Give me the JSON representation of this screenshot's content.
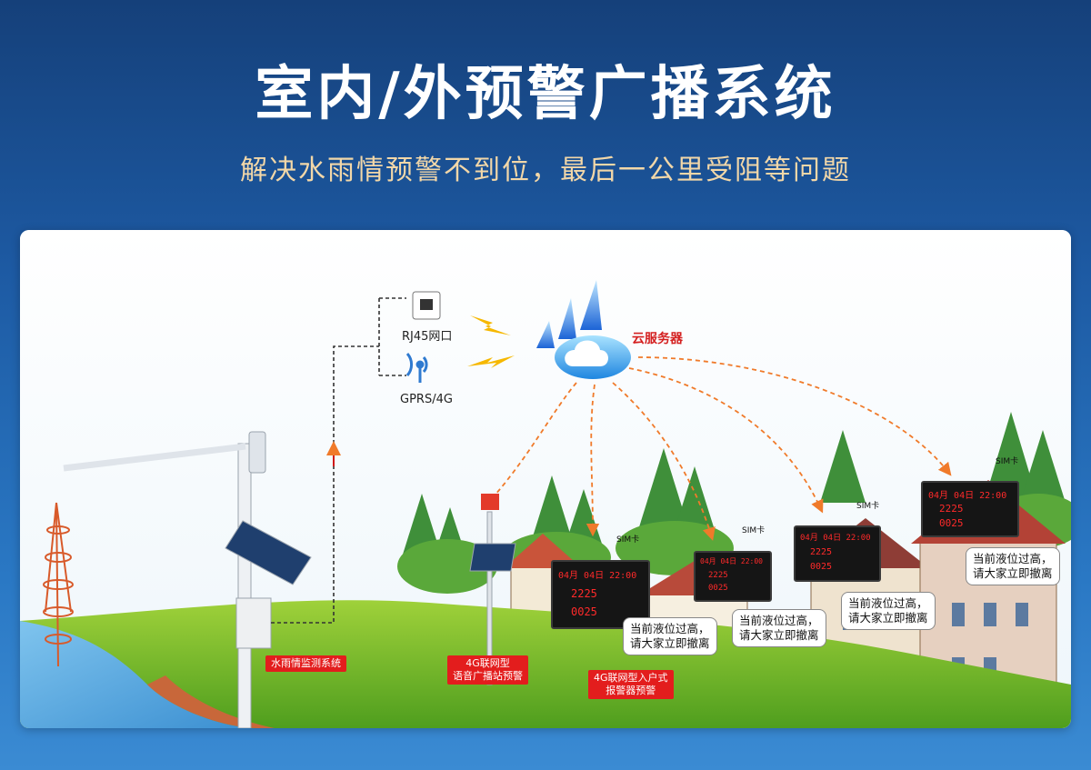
{
  "header": {
    "title": "室内/外预警广播系统",
    "subtitle": "解决水雨情预警不到位，最后一公里受阻等问题"
  },
  "network": {
    "rj45_label": "RJ45网口",
    "gprs_label": "GPRS/4G",
    "cloud_label": "云服务器",
    "sim_label": "SIM卡"
  },
  "tags": {
    "monitor": "水雨情监测系统",
    "broadcast_line1": "4G联网型",
    "broadcast_line2": "语音广播站预警",
    "indoor_line1": "4G联网型入户式",
    "indoor_line2": "报警器预警"
  },
  "alert": {
    "line1": "当前液位过高，",
    "line2": "请大家立即撤离"
  },
  "display": {
    "date": "04月 04日 22:00",
    "value_a": "2225",
    "value_b": "0025"
  },
  "colors": {
    "accent_red": "#e31d1d",
    "arrow_orange": "#f07a2a",
    "subtitle_gold": "#f2d7a8"
  }
}
